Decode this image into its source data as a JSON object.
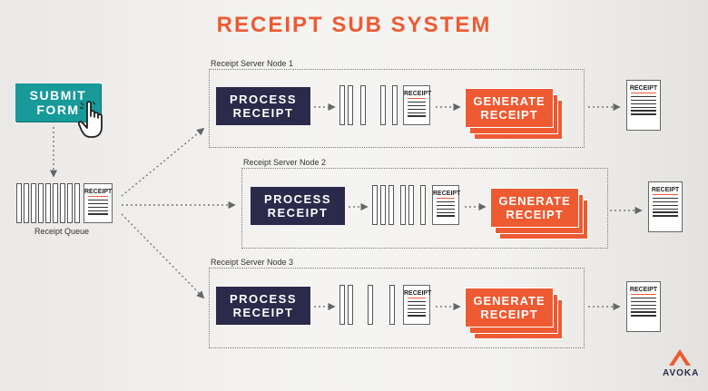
{
  "title": "RECEIPT SUB SYSTEM",
  "submit_form": {
    "line1": "SUBMIT",
    "line2": "FORM"
  },
  "queue_label": "Receipt Queue",
  "receipt_label": "RECEIPT",
  "nodes": [
    {
      "label": "Receipt Server Node 1",
      "process_line1": "PROCESS",
      "process_line2": "RECEIPT",
      "generate_line1": "GENERATE",
      "generate_line2": "RECEIPT"
    },
    {
      "label": "Receipt Server Node 2",
      "process_line1": "PROCESS",
      "process_line2": "RECEIPT",
      "generate_line1": "GENERATE",
      "generate_line2": "RECEIPT"
    },
    {
      "label": "Receipt Server Node 3",
      "process_line1": "PROCESS",
      "process_line2": "RECEIPT",
      "generate_line1": "GENERATE",
      "generate_line2": "RECEIPT"
    }
  ],
  "logo": "AVOKA",
  "colors": {
    "accent": "#ee5a32",
    "navy": "#2b2a4b",
    "teal": "#18999a"
  },
  "icons": [
    "hand-cursor-icon",
    "receipt-icon",
    "avoka-logo-icon"
  ]
}
